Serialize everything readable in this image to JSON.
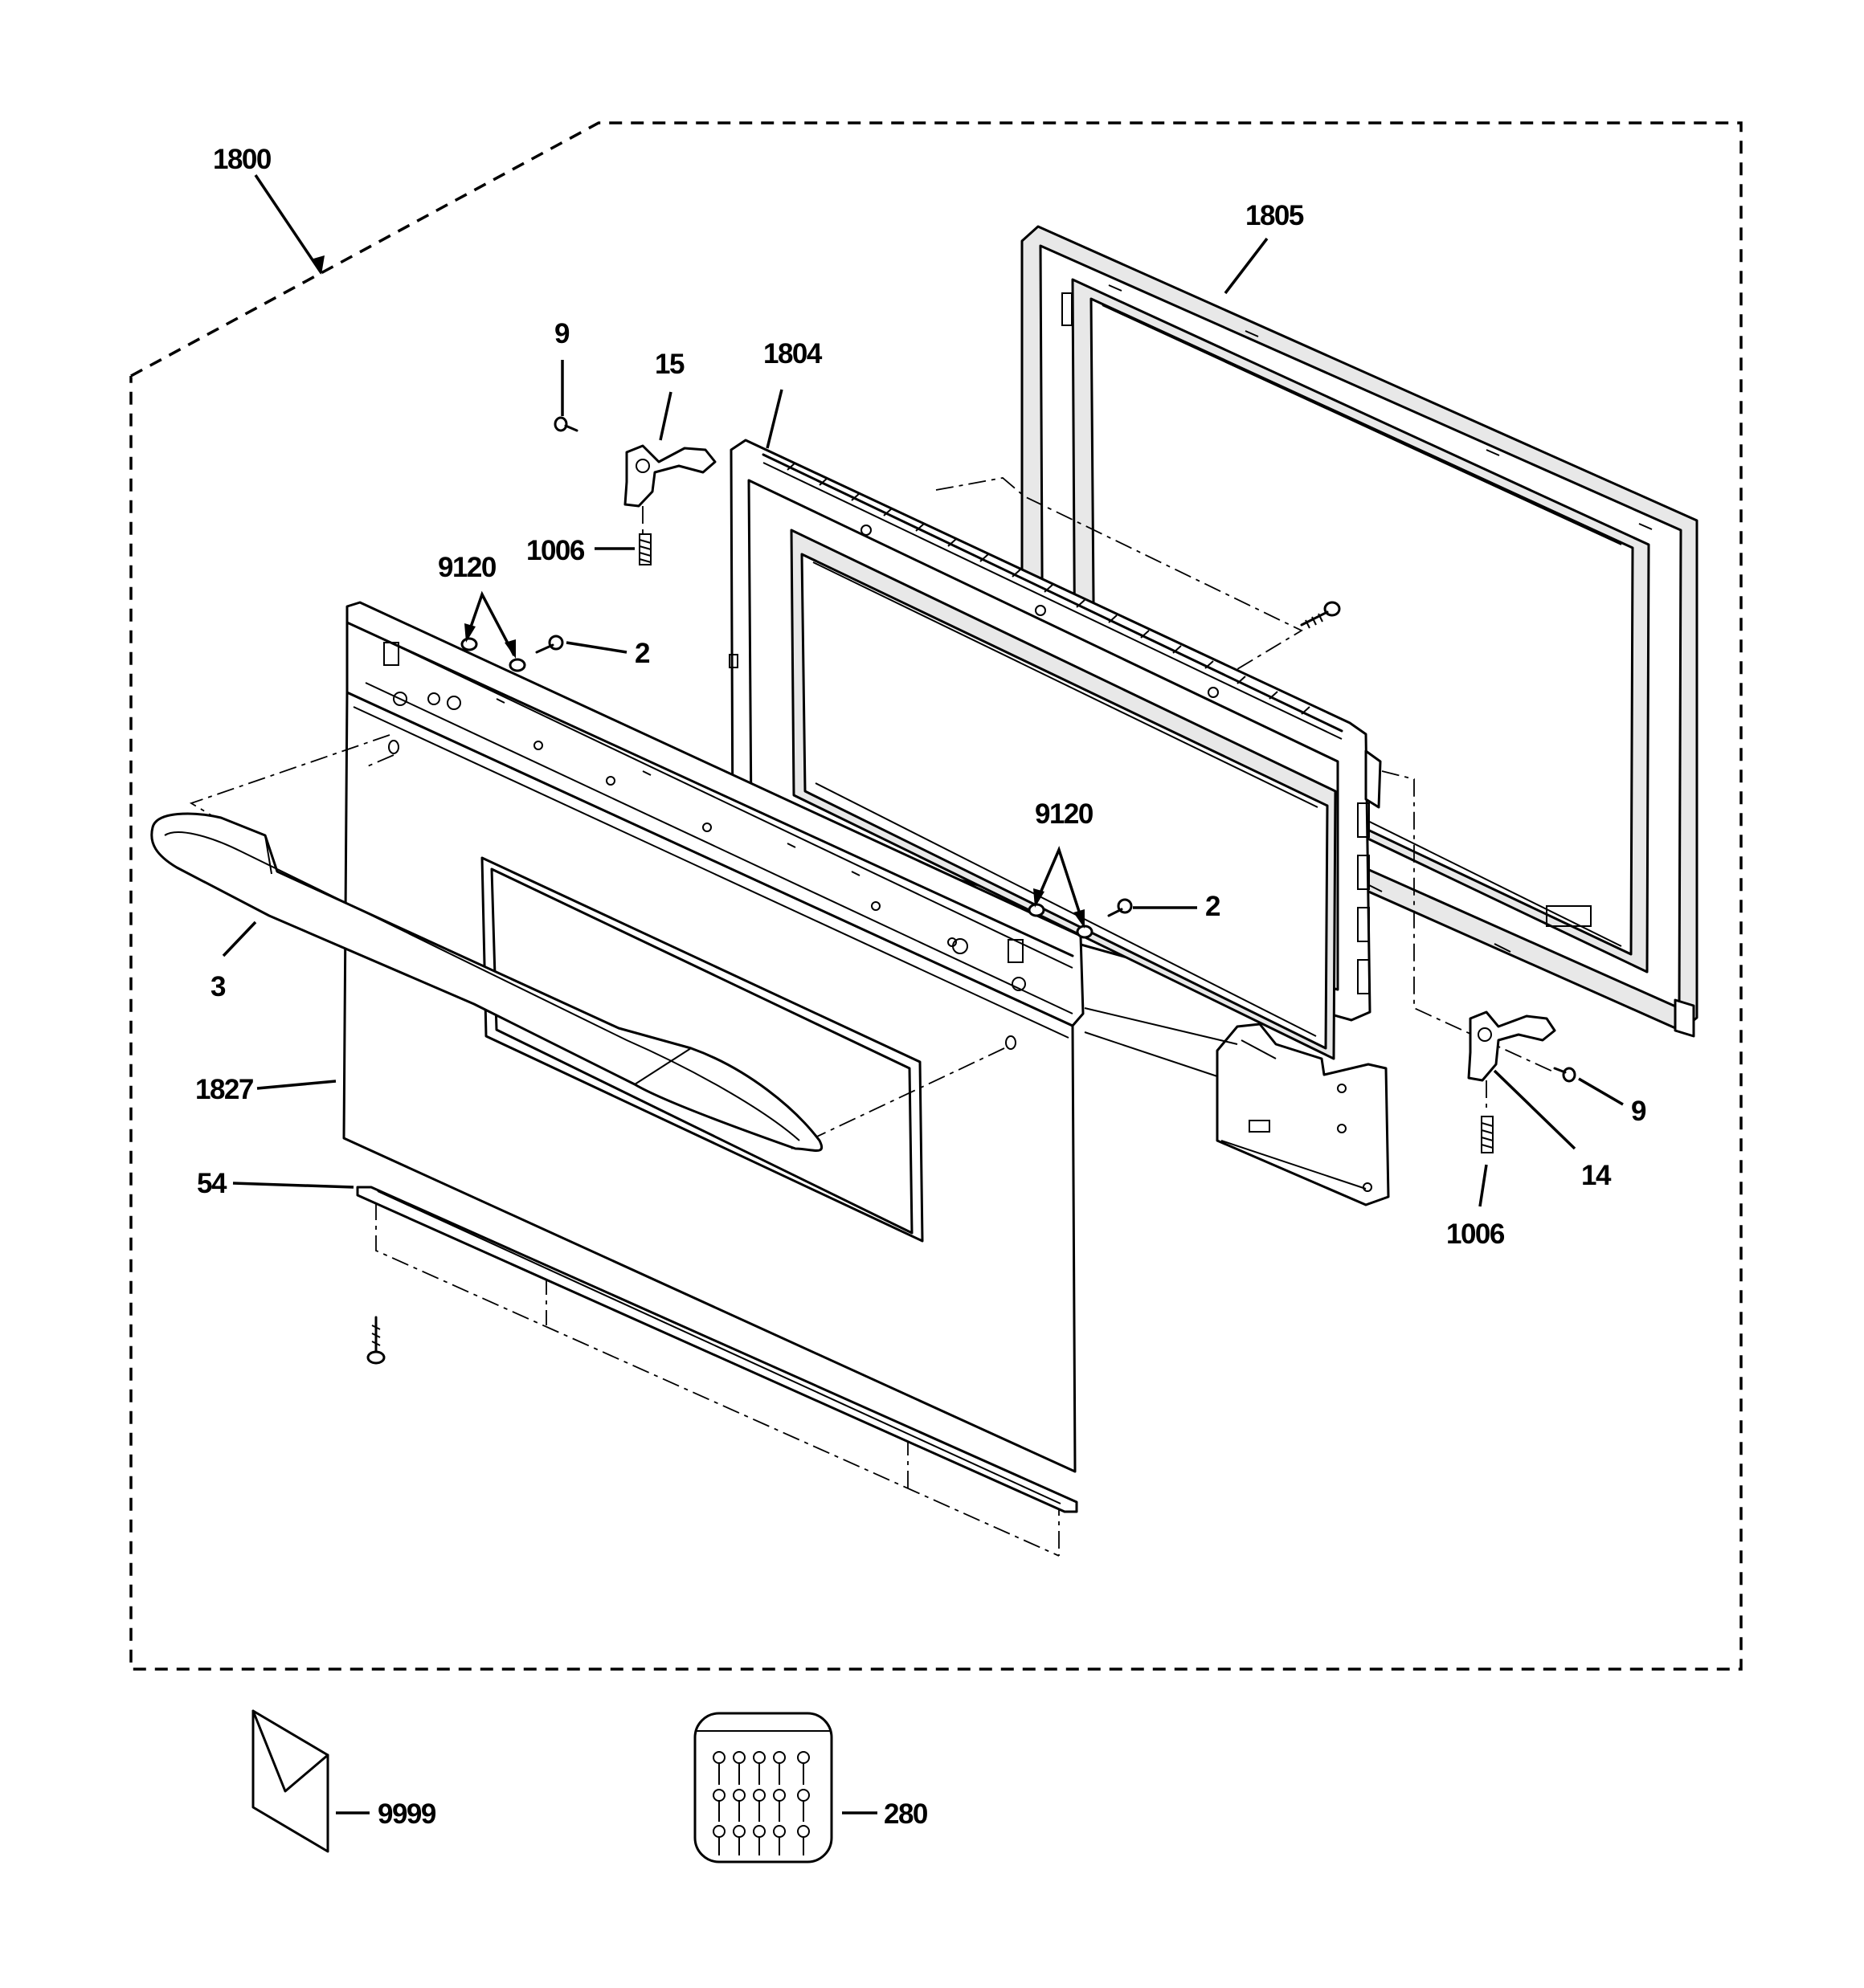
{
  "callouts": {
    "kit": "1800",
    "outer_frame": "1805",
    "inner_frame": "1804",
    "screw_top": "9",
    "hinge_left": "15",
    "spring_left": "1006",
    "washers_top": "9120",
    "screw_left": "2",
    "handle": "3",
    "door_panel": "1827",
    "trim_strip": "54",
    "washers_right": "9120",
    "screw_right": "2",
    "screw_hinge_right": "9",
    "hinge_right": "14",
    "spring_right": "1006",
    "literature": "9999",
    "screw_kit": "280"
  }
}
